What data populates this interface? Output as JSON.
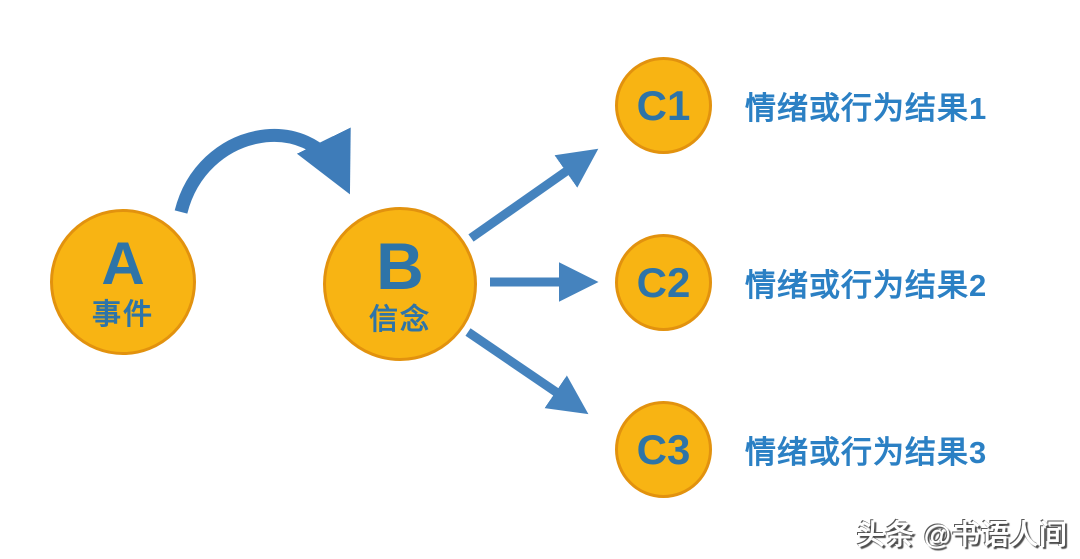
{
  "diagram": {
    "node_a": {
      "letter": "A",
      "label": "事件"
    },
    "node_b": {
      "letter": "B",
      "label": "信念"
    },
    "c_nodes": [
      {
        "letter": "C1",
        "result": "情绪或行为结果1"
      },
      {
        "letter": "C2",
        "result": "情绪或行为结果2"
      },
      {
        "letter": "C3",
        "result": "情绪或行为结果3"
      }
    ],
    "colors": {
      "circle_fill": "#F8B413",
      "circle_border": "#E2920E",
      "circle_text": "#2E74A8",
      "result_text": "#2B80C4",
      "arrow": "#3E7CB9"
    }
  },
  "watermark": {
    "text": "头条 @书语人间"
  }
}
